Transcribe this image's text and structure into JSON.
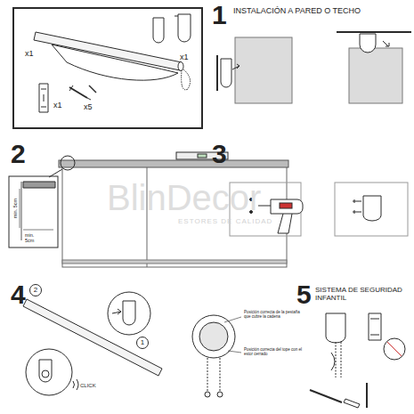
{
  "diagram": {
    "nodes": [
      {
        "text": [
          "x1",
          "x1",
          "x1",
          "x5"
        ]
      },
      {
        "text": [
          "2"
        ]
      },
      {
        "text": [
          "1"
        ]
      }
    ],
    "labels": [
      "1",
      "INSTALACIÓN A PARED O TECHO",
      "2",
      "min. 5cm",
      "min. 5cm",
      "BlinDecor",
      "ESTORES DE CALIDAD",
      "3",
      "4",
      "CLICK",
      "Posición correcta de la pestaña que cubre la cadena",
      "Posición correcta del tope con el estor cerrado",
      "5",
      "SISTEMA DE SEGURIDAD INFANTIL"
    ]
  }
}
